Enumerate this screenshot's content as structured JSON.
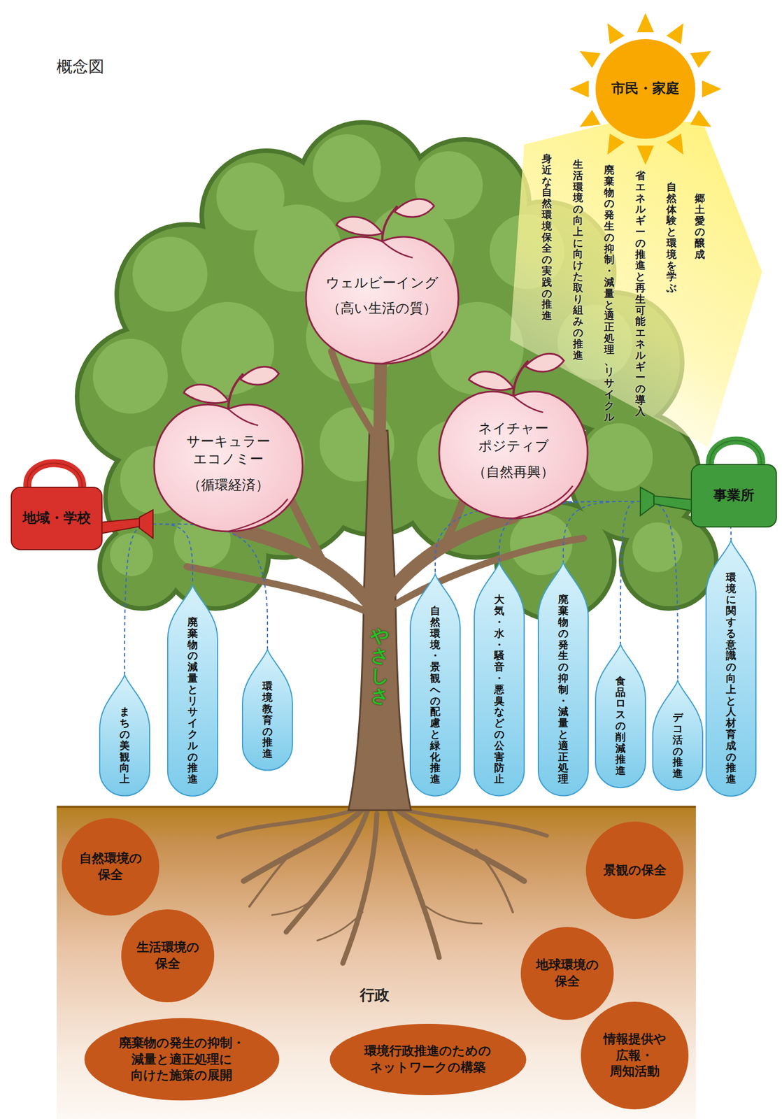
{
  "diagram": {
    "title": "概念図",
    "nodes": [
      {
        "text": [
          "市民・家庭"
        ]
      },
      {
        "text": [
          "ウェルビーイング",
          "（高い生活の質）"
        ]
      },
      {
        "text": [
          "サーキュラー エコノミー",
          "（循環経済）"
        ]
      },
      {
        "text": [
          "ネイチャー ポジティブ",
          "（自然再興）"
        ]
      },
      {
        "text": [
          "地域・学校"
        ]
      },
      {
        "text": [
          "事業所"
        ]
      },
      {
        "text": [
          "まちの美観向上"
        ]
      },
      {
        "text": [
          "廃棄物の減量と リサイクルの推進"
        ]
      },
      {
        "text": [
          "環境教育の推進"
        ]
      },
      {
        "text": [
          "自然環境・景観への 配慮と緑化推進"
        ]
      },
      {
        "text": [
          "大気・水・騒音・ 悪臭などの公害防止"
        ]
      },
      {
        "text": [
          "廃棄物の発生の抑制・ 減量と適正処理"
        ]
      },
      {
        "text": [
          "食品ロスの削減推進"
        ]
      },
      {
        "text": [
          "デコ活の推進"
        ]
      },
      {
        "text": [
          "環境に関する意識の 向上と人材育成の推進"
        ]
      },
      {
        "text": [
          "行政"
        ]
      },
      {
        "text": [
          "自然環境の 保全"
        ],
        "in": 15
      },
      {
        "text": [
          "景観の保全"
        ],
        "in": 15
      },
      {
        "text": [
          "生活環境の 保全"
        ],
        "in": 15
      },
      {
        "text": [
          "地球環境の 保全"
        ],
        "in": 15
      },
      {
        "text": [
          "廃棄物の発生の抑制・ 減量と適正処理に 向けた施策の展開"
        ],
        "in": 15
      },
      {
        "text": [
          "環境行政推進のための ネットワークの構築"
        ],
        "in": 15
      },
      {
        "text": [
          "情報提供や 広報・ 周知活動"
        ],
        "in": 15
      }
    ],
    "edges": [
      {
        "from": 4,
        "to": 6,
        "arrow": "none"
      },
      {
        "from": 4,
        "to": 7,
        "arrow": "none"
      },
      {
        "from": 4,
        "to": 8,
        "arrow": "none"
      },
      {
        "from": 5,
        "to": 9,
        "arrow": "none"
      },
      {
        "from": 5,
        "to": 10,
        "arrow": "none"
      },
      {
        "from": 5,
        "to": 11,
        "arrow": "none"
      },
      {
        "from": 5,
        "to": 12,
        "arrow": "none"
      },
      {
        "from": 5,
        "to": 13,
        "arrow": "none"
      },
      {
        "from": 5,
        "to": 14,
        "arrow": "none"
      }
    ],
    "labels": [
      "郷土愛の醸成",
      "自然体験と環境を学ぶ",
      "省エネルギーの推進と 再生可能エネルギーの導入",
      "廃棄物の発生の抑制・減量と 適正処理、リサイクル",
      "生活環境の向上に 向けた取り組みの推進",
      "身近な自然環境 保全の実践の推進",
      "やさしさ"
    ]
  }
}
